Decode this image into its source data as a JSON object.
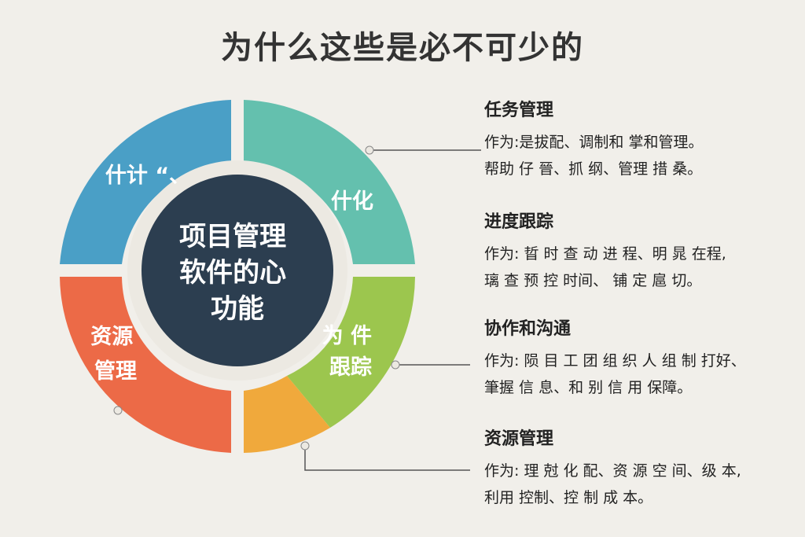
{
  "title": "为什么这些是必不可少的",
  "center": {
    "lines": [
      "项目管理",
      "软件的心",
      "功能"
    ],
    "color": "#2c3e50"
  },
  "segments": [
    {
      "name": "top-left",
      "label_lines": [
        "什计 “、"
      ],
      "color": "#4a9fc6"
    },
    {
      "name": "top-right",
      "label_lines": [
        "什化"
      ],
      "color": "#64c0ae"
    },
    {
      "name": "right",
      "label_lines": [
        "为 件",
        "跟踪"
      ],
      "color": "#9cc64e"
    },
    {
      "name": "bottom",
      "label_lines": [],
      "color": "#f0a93c"
    },
    {
      "name": "left",
      "label_lines": [
        "资源",
        "管理"
      ],
      "color": "#ec6a47"
    }
  ],
  "sections": [
    {
      "title": "任务管理",
      "lines": [
        "作为:是拔配、调制和 掌和管理。",
        "帮助 仔 晉、抓 纲、管理 措 桑。"
      ]
    },
    {
      "title": "进度跟踪",
      "lines": [
        "作为: 晢 时 查 动 进 程、明 晁 在程,",
        "璃 查 预 控 时间、 铺 定 扈 切。"
      ]
    },
    {
      "title": "协作和沟通",
      "lines": [
        "作为: 陨 目 工 团 组 织 人 组 制 打好、",
        "筆握 信 息、和 别 信 用 保障。"
      ]
    },
    {
      "title": "资源管理",
      "lines": [
        "作为: 理 尅 化 配、资 源 空 间、级 本,",
        "利用 控制、控 制 成 本。"
      ]
    }
  ]
}
